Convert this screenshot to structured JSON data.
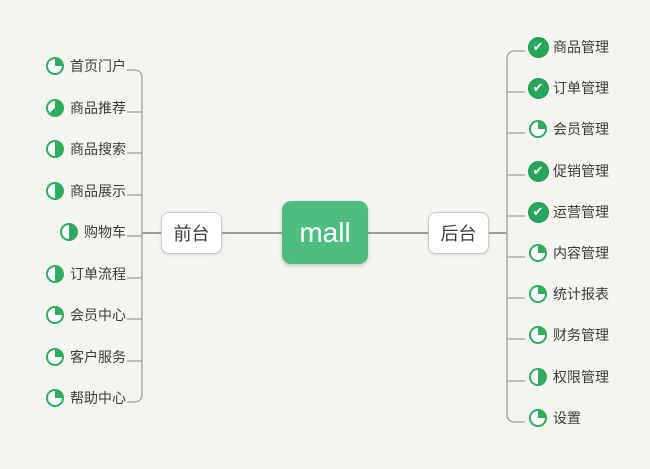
{
  "root": {
    "label": "mall"
  },
  "colors": {
    "canvas_background": "#f4f4f1",
    "root_node_green": "#4dbd7f",
    "done_icon_green": "#28a55d",
    "pie_icon_green": "#2ead5f",
    "connector_gray": "#9b9b9b",
    "label_text": "#3b3b3b"
  },
  "left_branch": {
    "label": "前台",
    "items": [
      {
        "label": "首页门户",
        "icon": "pie-25",
        "progress": "25%"
      },
      {
        "label": "商品推荐",
        "icon": "pie-62",
        "progress": "62.5%"
      },
      {
        "label": "商品搜索",
        "icon": "pie-50",
        "progress": "50%"
      },
      {
        "label": "商品展示",
        "icon": "pie-50",
        "progress": "50%"
      },
      {
        "label": "购物车",
        "icon": "pie-50",
        "progress": "50%"
      },
      {
        "label": "订单流程",
        "icon": "pie-50",
        "progress": "50%"
      },
      {
        "label": "会员中心",
        "icon": "pie-25",
        "progress": "25%"
      },
      {
        "label": "客户服务",
        "icon": "pie-25",
        "progress": "25%"
      },
      {
        "label": "帮助中心",
        "icon": "pie-25",
        "progress": "25%"
      }
    ]
  },
  "right_branch": {
    "label": "后台",
    "items": [
      {
        "label": "商品管理",
        "icon": "check",
        "progress": "done"
      },
      {
        "label": "订单管理",
        "icon": "check",
        "progress": "done"
      },
      {
        "label": "会员管理",
        "icon": "pie-25",
        "progress": "25%"
      },
      {
        "label": "促销管理",
        "icon": "check",
        "progress": "done"
      },
      {
        "label": "运营管理",
        "icon": "check",
        "progress": "done"
      },
      {
        "label": "内容管理",
        "icon": "pie-25",
        "progress": "25%"
      },
      {
        "label": "统计报表",
        "icon": "pie-25",
        "progress": "25%"
      },
      {
        "label": "财务管理",
        "icon": "pie-25",
        "progress": "25%"
      },
      {
        "label": "权限管理",
        "icon": "pie-50",
        "progress": "50%"
      },
      {
        "label": "设置",
        "icon": "pie-25",
        "progress": "25%"
      }
    ]
  }
}
